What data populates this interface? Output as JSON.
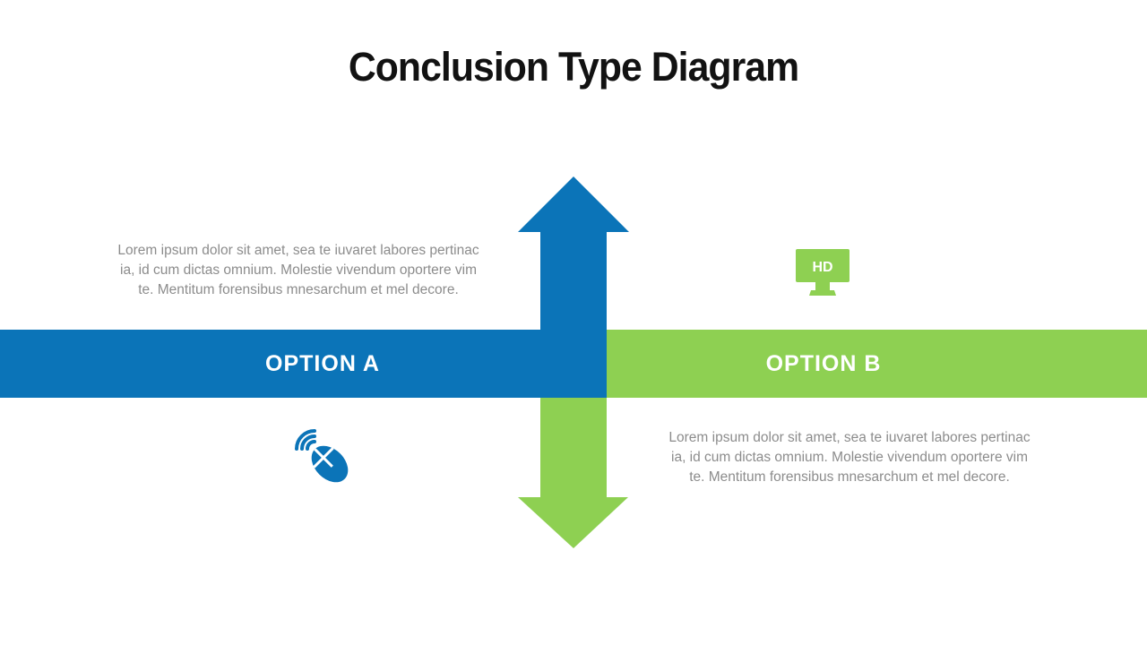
{
  "slide": {
    "title": "Conclusion Type Diagram"
  },
  "colors": {
    "blue": "#0B74B8",
    "green": "#8ED052",
    "text_gray": "#8C8C8C",
    "title_text": "#121212",
    "label_text": "#FFFFFF"
  },
  "options": [
    {
      "label": "OPTION A",
      "lines": [
        "Lorem ipsum dolor sit amet, sea te iuvaret labores pertinac",
        "ia, id cum dictas omnium. Molestie vivendum oportere vim",
        "te. Mentitum forensibus mnesarchum et mel decore."
      ],
      "icon": "wireless-mouse-icon"
    },
    {
      "label": "OPTION B",
      "lines": [
        "Lorem ipsum dolor sit amet, sea te iuvaret labores pertinac",
        "ia, id cum dictas omnium. Molestie vivendum oportere vim",
        "te. Mentitum forensibus mnesarchum et mel decore."
      ],
      "icon": "hd-monitor-icon",
      "icon_text": "HD"
    }
  ]
}
